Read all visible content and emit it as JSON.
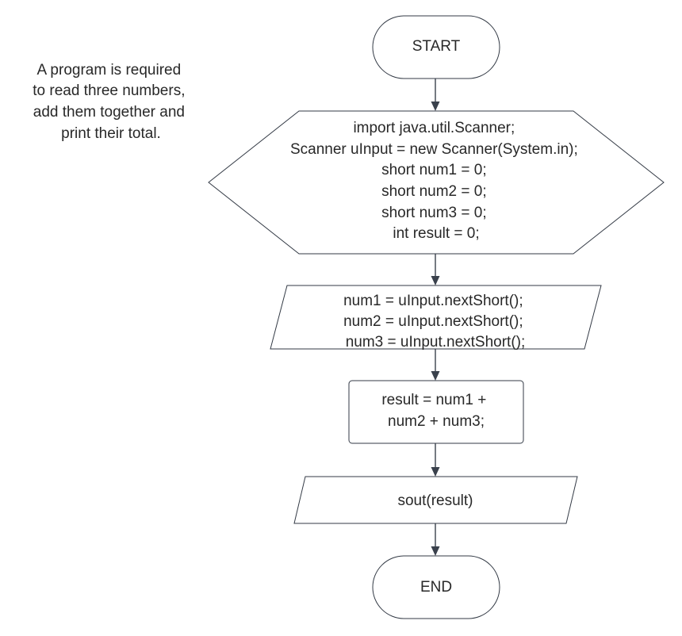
{
  "note": {
    "lines": [
      "A program is required",
      "to read three numbers,",
      "add them together and",
      "print their total."
    ]
  },
  "nodes": {
    "start": {
      "shape": "terminator",
      "lines": [
        "START"
      ]
    },
    "preparation": {
      "shape": "hexagon",
      "lines": [
        "import java.util.Scanner;",
        "Scanner uInput = new Scanner(System.in);",
        "short num1 = 0;",
        "short num2 = 0;",
        "short num3 = 0;",
        "int result = 0;"
      ]
    },
    "input": {
      "shape": "parallelogram",
      "lines": [
        "num1 = uInput.nextShort();",
        "num2 = uInput.nextShort();",
        "num3 = uInput.nextShort();"
      ]
    },
    "process": {
      "shape": "rectangle",
      "lines": [
        "result = num1 +",
        "num2 + num3;"
      ]
    },
    "output": {
      "shape": "parallelogram",
      "lines": [
        "sout(result)"
      ]
    },
    "end": {
      "shape": "terminator",
      "lines": [
        "END"
      ]
    }
  },
  "edges": [
    {
      "from": "start",
      "to": "preparation"
    },
    {
      "from": "preparation",
      "to": "input"
    },
    {
      "from": "input",
      "to": "process"
    },
    {
      "from": "process",
      "to": "output"
    },
    {
      "from": "output",
      "to": "end"
    }
  ],
  "colors": {
    "stroke": "#333a45",
    "text": "#282828",
    "background": "#ffffff"
  }
}
